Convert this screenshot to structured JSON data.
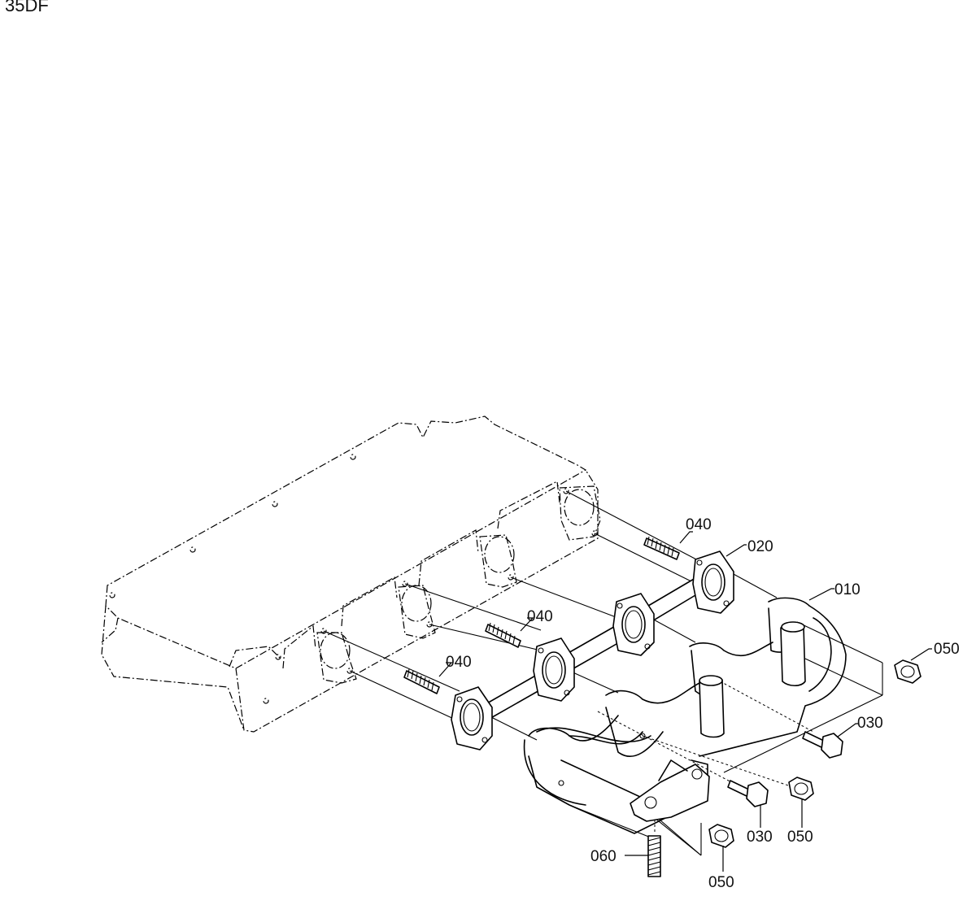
{
  "title": "35DF",
  "callouts": {
    "p010": "010",
    "p020": "020",
    "p030a": "030",
    "p030b": "030",
    "p040a": "040",
    "p040b": "040",
    "p040c": "040",
    "p050a": "050",
    "p050b": "050",
    "p050c": "050",
    "p060": "060"
  }
}
